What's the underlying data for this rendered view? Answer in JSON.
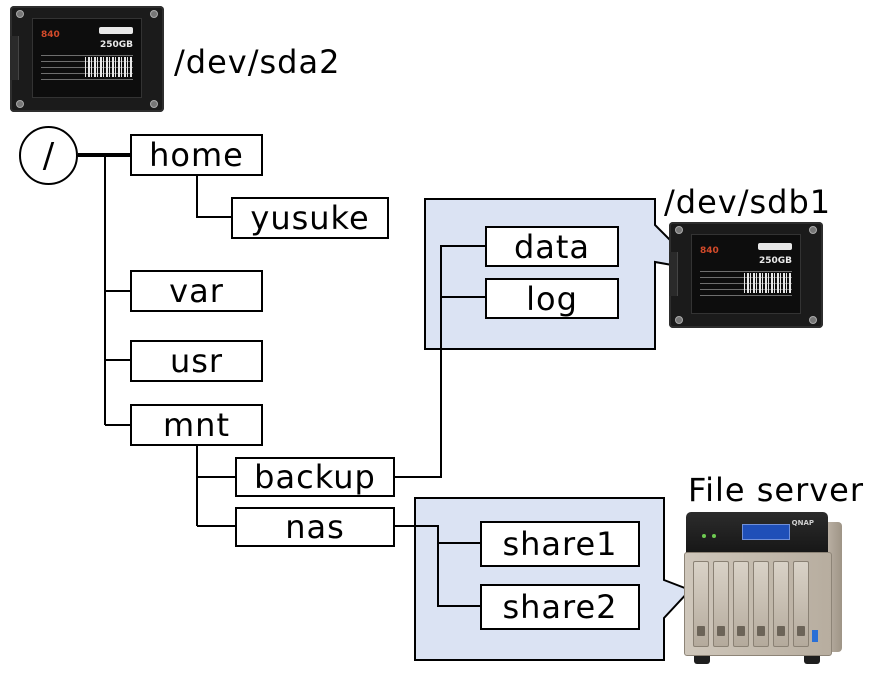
{
  "devices": {
    "sda2": {
      "label": "/dev/sda2",
      "capacity": "250GB",
      "model": "840"
    },
    "sdb1": {
      "label": "/dev/sdb1",
      "capacity": "250GB",
      "model": "840"
    },
    "file_server": {
      "label": "File server",
      "brand": "QNAP"
    }
  },
  "tree": {
    "root": "/",
    "home": "home",
    "yusuke": "yusuke",
    "var": "var",
    "usr": "usr",
    "mnt": "mnt",
    "backup": "backup",
    "nas": "nas",
    "data": "data",
    "log": "log",
    "share1": "share1",
    "share2": "share2"
  },
  "colors": {
    "mount_region_fill": "#dbe3f3",
    "line": "#000000",
    "ssd_body": "#1b1b1b",
    "nas_body": "#cfc7bb"
  },
  "icons": {
    "sda2": "ssd-drive-icon",
    "sdb1": "ssd-drive-icon",
    "file_server": "nas-server-icon"
  }
}
